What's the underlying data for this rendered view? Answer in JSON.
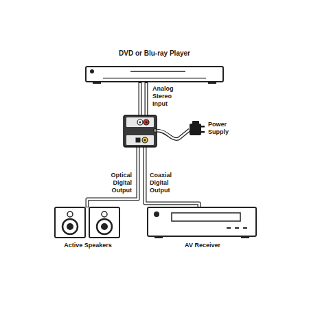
{
  "diagram": {
    "nodes": [
      {
        "text": [
          "DVD or Blu-ray Player"
        ]
      },
      {
        "text": [
          "Power Supply"
        ]
      },
      {
        "text": [
          "Active Speakers"
        ]
      },
      {
        "text": [
          "AV Receiver"
        ]
      }
    ],
    "labels": [
      "Analog Stereo Input",
      "Optical Digital Output",
      "Coaxial Digital Output"
    ]
  }
}
